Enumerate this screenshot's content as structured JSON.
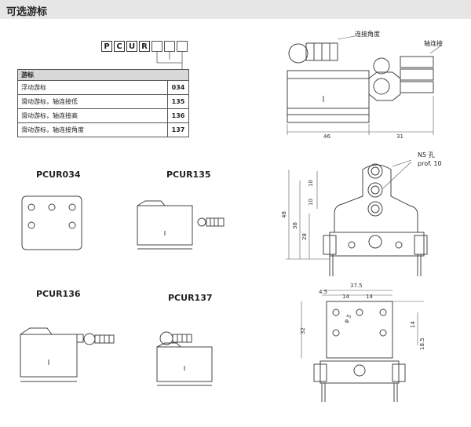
{
  "header": {
    "title": "可选游标"
  },
  "code": {
    "letters": [
      "P",
      "C",
      "U",
      "R"
    ],
    "empty_slots": 3
  },
  "options_table": {
    "header": "游标",
    "rows": [
      {
        "desc": "浮动游标",
        "code": "034"
      },
      {
        "desc": "滑动游标，轴连接低",
        "code": "135"
      },
      {
        "desc": "滑动游标，轴连接高",
        "code": "136"
      },
      {
        "desc": "滑动游标，轴连接角度",
        "code": "137"
      }
    ]
  },
  "models": {
    "pcur034": "PCUR034",
    "pcur135": "PCUR135",
    "pcur136": "PCUR136",
    "pcur137": "PCUR137"
  },
  "side_view": {
    "label_angle": "连接角度",
    "label_shaft": "轴连接",
    "dim_46": "46",
    "dim_31": "31"
  },
  "front_view": {
    "hole_label_1": "N5 孔",
    "hole_label_2": "prof. 10",
    "dim_10a": "10",
    "dim_10b": "10",
    "dim_28": "28",
    "dim_38": "38",
    "dim_48": "48"
  },
  "top_view": {
    "dim_37_5": "37.5",
    "dim_4_5": "4.5",
    "dim_14a": "14",
    "dim_14b": "14",
    "dim_14c": "14",
    "dim_18_5": "18.5",
    "dim_phi": "φ 5",
    "dim_32": "32"
  }
}
